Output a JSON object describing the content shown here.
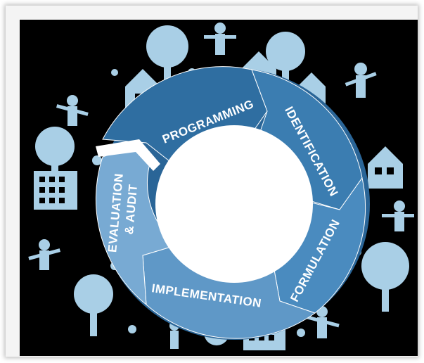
{
  "diagram": {
    "stages": [
      {
        "label": "PROGRAMMING",
        "color": "#2f6ea1"
      },
      {
        "label": "IDENTIFICATION",
        "color": "#3b7db1"
      },
      {
        "label": "FORMULATION",
        "color": "#4a8bbf"
      },
      {
        "label": "IMPLEMENTATION",
        "color": "#5f98c7"
      },
      {
        "label": "EVALUATION",
        "color": "#78aad3"
      },
      {
        "label": "& AUDIT",
        "color": "#78aad3"
      }
    ],
    "silhouette_color": "#a9cfe6",
    "background_color": "#000000"
  }
}
